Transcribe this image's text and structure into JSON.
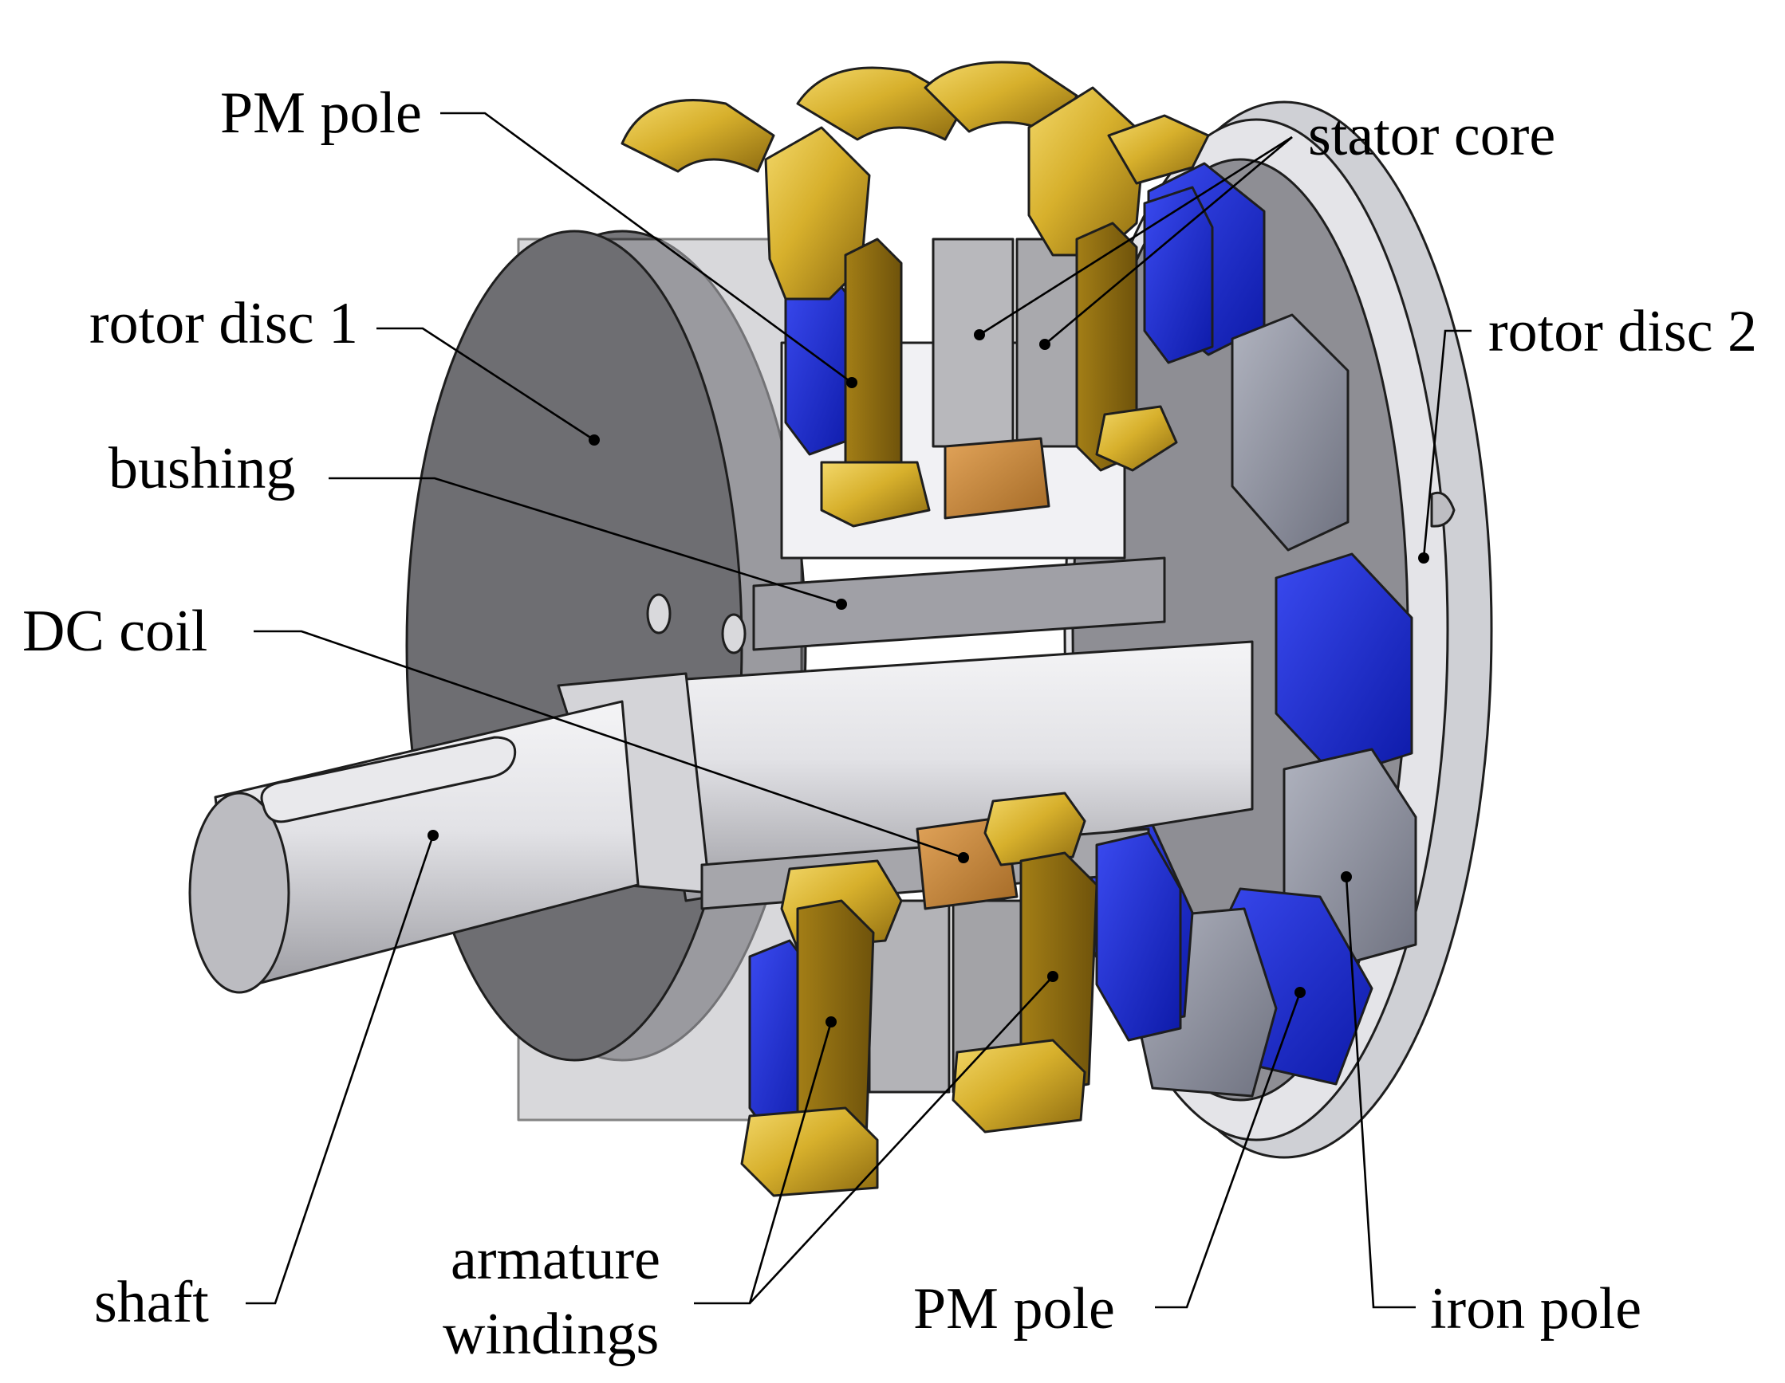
{
  "labels": {
    "pm_pole_top": "PM pole",
    "stator_core": "stator core",
    "rotor_disc_1": "rotor disc 1",
    "rotor_disc_2": "rotor disc 2",
    "bushing": "bushing",
    "dc_coil": "DC coil",
    "shaft": "shaft",
    "armature_line1": "armature",
    "armature_line2": "windings",
    "pm_pole_bottom": "PM pole",
    "iron_pole": "iron pole"
  },
  "colors": {
    "background": "#ffffff",
    "rotor_disc": "#7a7a7c",
    "rim_light": "#cdcdd2",
    "pm_blue": "#1f2fd6",
    "iron_pole": "#8a8d99",
    "winding_gold": "#c9a21e",
    "winding_dark": "#8a6a10",
    "dc_coil_copper": "#c98a3a",
    "stator_gray": "#bdbdc0",
    "shaft_light": "#e8e8ec",
    "bushing_gray": "#9a9aa0"
  }
}
